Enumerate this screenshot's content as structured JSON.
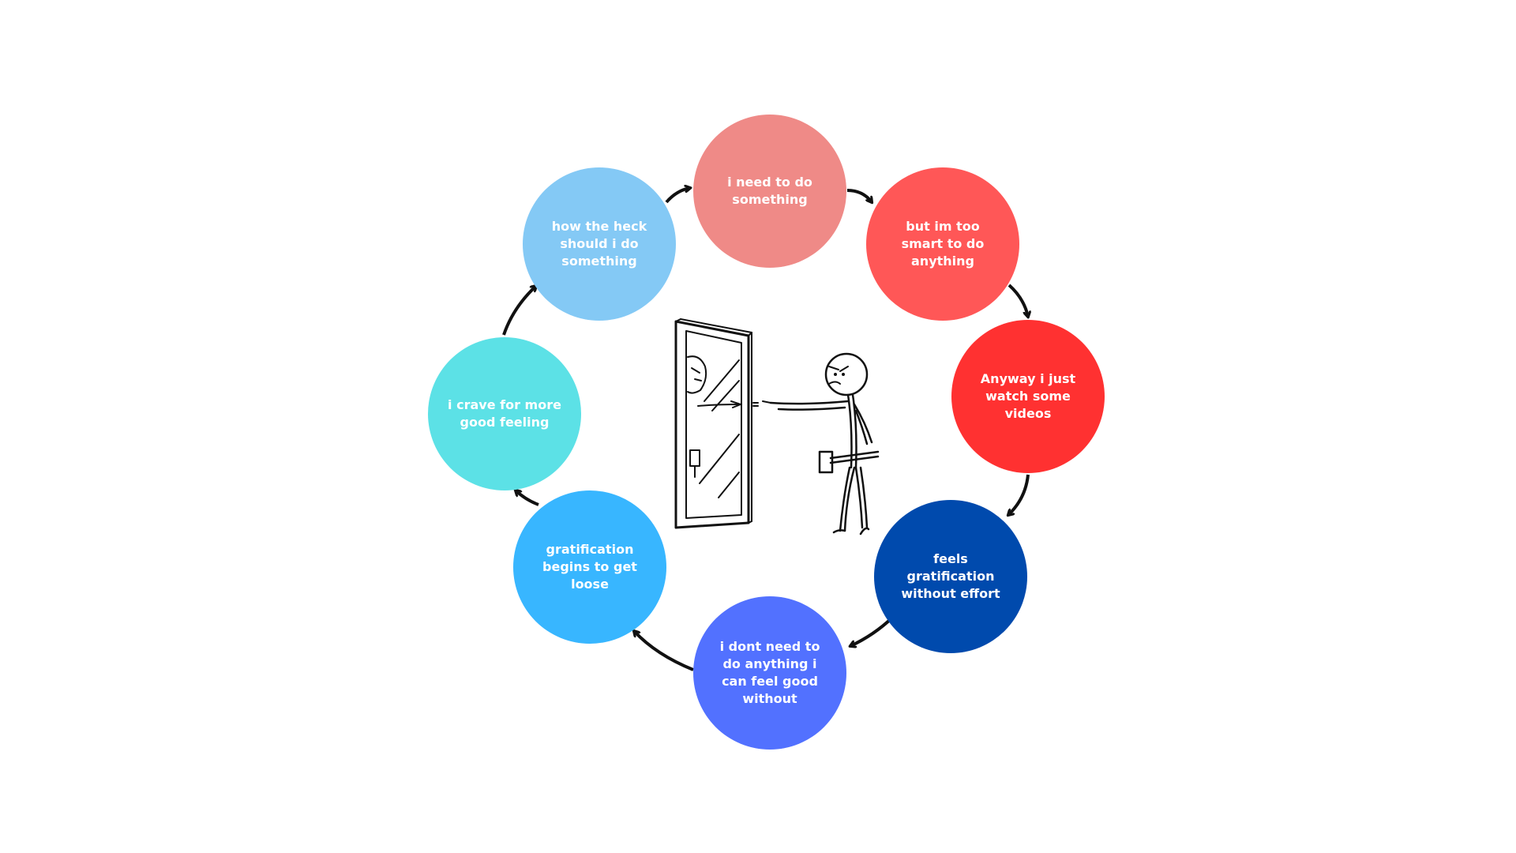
{
  "diagram": {
    "type": "cycle",
    "colors": {
      "stroke": "#111111",
      "background": "#ffffff",
      "text": "#ffffff"
    },
    "nodes": [
      {
        "id": "n1",
        "label": "i need to do something",
        "color": "#EF8A87"
      },
      {
        "id": "n2",
        "label": "but im too smart to do anything",
        "color": "#FF5757"
      },
      {
        "id": "n3",
        "label": "Anyway i just watch some videos",
        "color": "#FF3131"
      },
      {
        "id": "n4",
        "label": "feels gratification without effort",
        "color": "#004AAD"
      },
      {
        "id": "n5",
        "label": "i dont need to do anything i can feel good without",
        "color": "#5271FF"
      },
      {
        "id": "n6",
        "label": "gratification begins to get loose",
        "color": "#38B6FF"
      },
      {
        "id": "n7",
        "label": "i crave for more good feeling",
        "color": "#5CE1E6"
      },
      {
        "id": "n8",
        "label": "how the heck should i do something",
        "color": "#84C9F5"
      }
    ],
    "edges": [
      {
        "from": "n1",
        "to": "n2"
      },
      {
        "from": "n2",
        "to": "n3"
      },
      {
        "from": "n3",
        "to": "n4"
      },
      {
        "from": "n4",
        "to": "n5"
      },
      {
        "from": "n5",
        "to": "n6"
      },
      {
        "from": "n6",
        "to": "n7"
      },
      {
        "from": "n7",
        "to": "n8"
      },
      {
        "from": "n8",
        "to": "n1"
      }
    ],
    "illustration": {
      "icon": "stickman-pointing-at-mirror-icon"
    }
  }
}
